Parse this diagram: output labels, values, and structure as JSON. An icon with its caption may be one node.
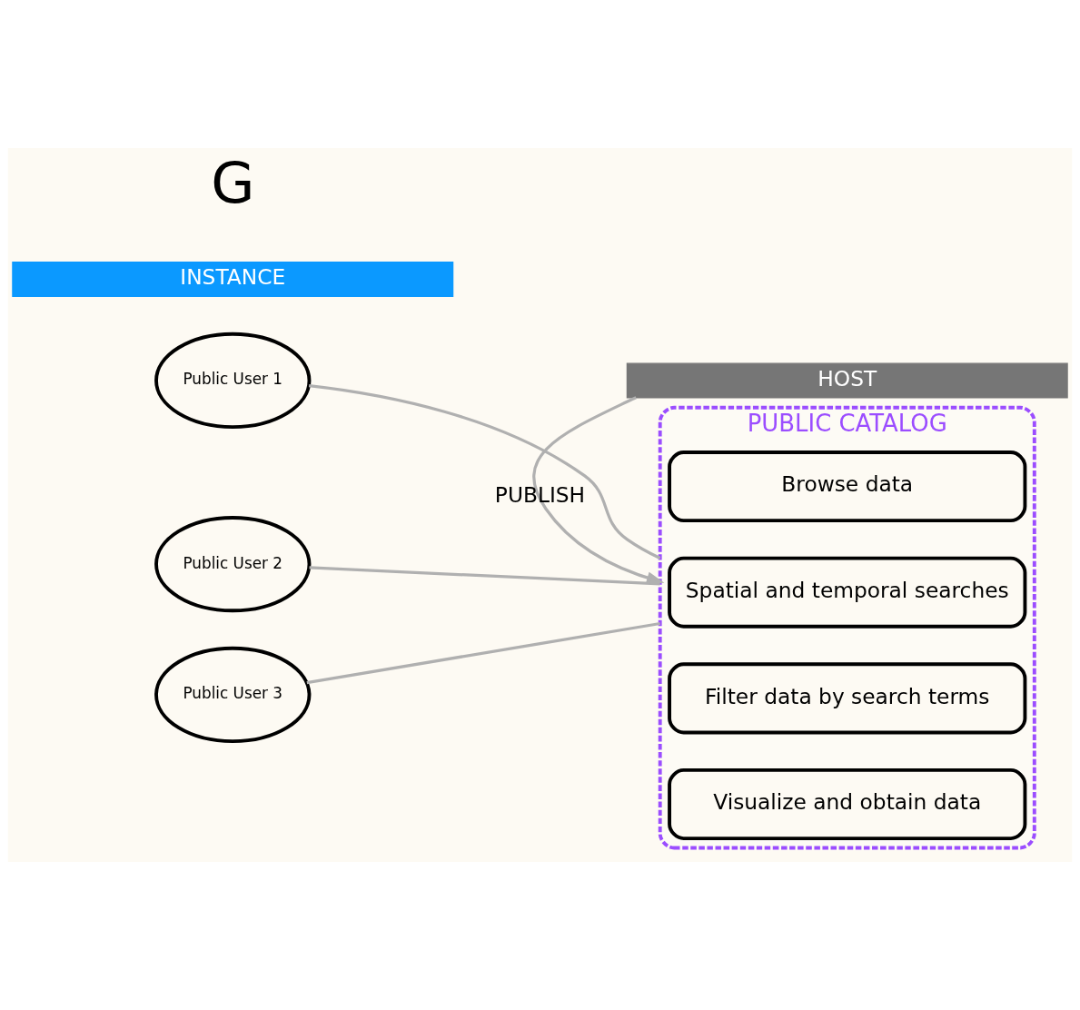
{
  "diagram": {
    "nodes": [
      {
        "text": [
          "PUBLIC CATALOG"
        ]
      },
      {
        "text": [
          "Browse data"
        ],
        "in": 0
      },
      {
        "text": [
          "Spatial and temporal searches"
        ],
        "in": 0
      },
      {
        "text": [
          "Filter data by search terms"
        ],
        "in": 0
      },
      {
        "text": [
          "Visualize and obtain data"
        ],
        "in": 0
      },
      {
        "text": [
          "Public User 1"
        ]
      },
      {
        "text": [
          "Public User 2"
        ]
      },
      {
        "text": [
          "Public User 3"
        ]
      },
      {
        "text": [
          "HOST"
        ]
      },
      {
        "text": [
          "INSTANCE"
        ]
      }
    ],
    "edges": [
      {
        "from": 5,
        "to": 0,
        "arrow": "none"
      },
      {
        "from": 6,
        "to": 0,
        "arrow": "none"
      },
      {
        "from": 7,
        "to": 0,
        "arrow": "none"
      },
      {
        "from": 8,
        "to": 0,
        "label": "PUBLISH",
        "arrow": "to"
      }
    ],
    "labels": [
      "G"
    ]
  }
}
